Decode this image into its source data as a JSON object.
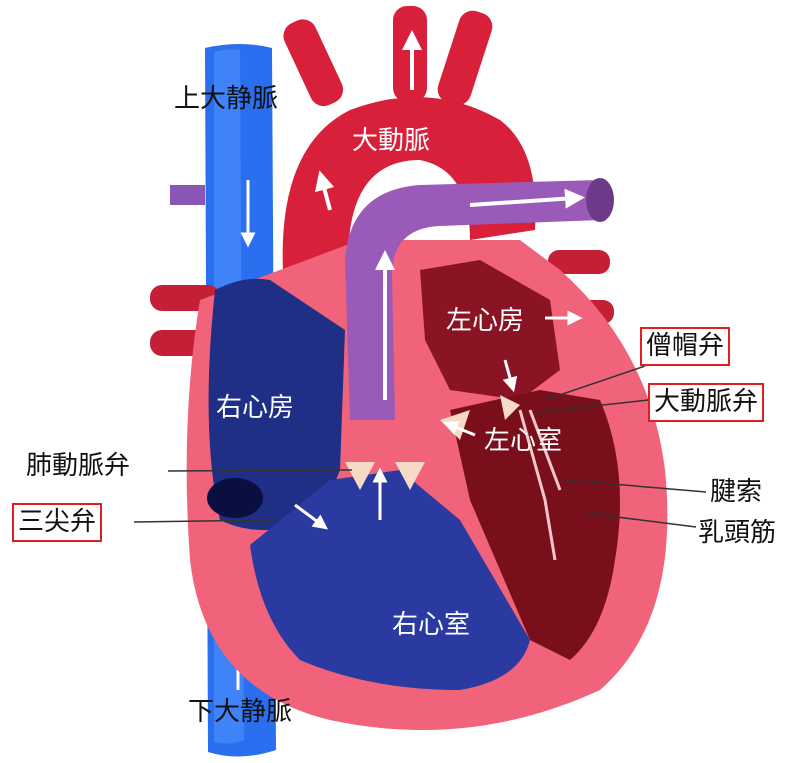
{
  "labels": {
    "superior_vena_cava": "上大静脈",
    "aorta": "大動脈",
    "left_atrium": "左心房",
    "right_atrium": "右心房",
    "mitral_valve": "僧帽弁",
    "aortic_valve": "大動脈弁",
    "left_ventricle": "左心室",
    "pulmonary_valve": "肺動脈弁",
    "tricuspid_valve": "三尖弁",
    "chordae_tendineae": "腱索",
    "papillary_muscle": "乳頭筋",
    "right_ventricle": "右心室",
    "inferior_vena_cava": "下大静脈"
  },
  "colors": {
    "vena_cava": "#2a6ff0",
    "right_heart_dark": "#1f2f85",
    "aorta": "#d8203a",
    "pulmonary_artery": "#9a5ab8",
    "myocardium": "#f0637a",
    "left_heart_dark": "#8a1424",
    "highlight_box": "#e02020"
  }
}
